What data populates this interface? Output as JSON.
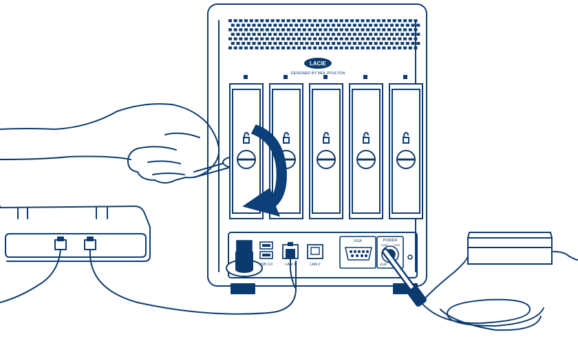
{
  "device": {
    "brand_logo": "LACIE",
    "tagline": "DESIGNED BY NEIL POULTON",
    "bay_count": 5
  },
  "ports": {
    "usb": "USB 3.0",
    "lan1": "LAN 1",
    "lan2": "LAN 2",
    "vga": "VGA",
    "power": "POWER",
    "power_left": "+12V",
    "power_right": "+12V",
    "power_gnd": "GND"
  },
  "colors": {
    "line": "#0b3a6e",
    "arrow": "#0d3f7a",
    "fill": "#ffffff"
  },
  "icons": {
    "lock": "padlock-icon",
    "arrow": "rotate-arrow-icon"
  }
}
